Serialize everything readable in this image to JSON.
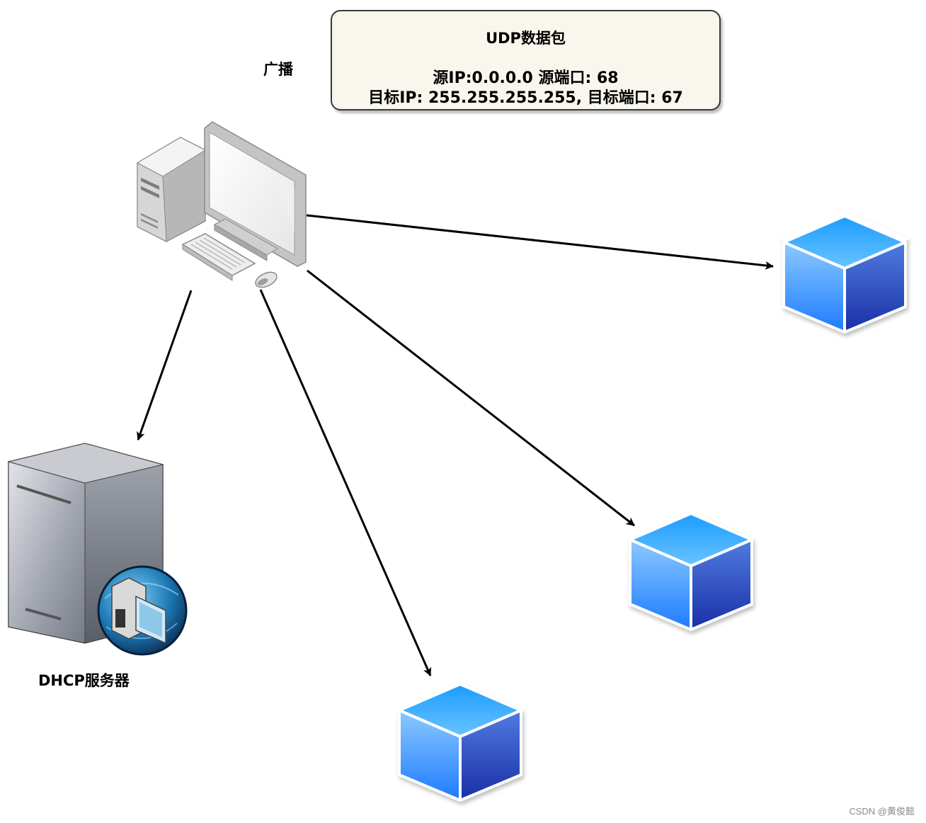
{
  "note": {
    "title": "UDP数据包",
    "line1": "源IP:0.0.0.0 源端口: 68",
    "line2": "目标IP: 255.255.255.255, 目标端口: 67"
  },
  "labels": {
    "broadcast": "广播",
    "dhcp_server": "DHCP服务器"
  },
  "watermark": "CSDN @黄俊懿",
  "icons": [
    "desktop-computer-icon",
    "dhcp-server-icon",
    "host-cube-icon"
  ],
  "colors": {
    "note_bg": "#f9f7ed",
    "note_border": "#36393d",
    "cube_top": "#1aa0ff",
    "cube_front": "#2a8cff",
    "cube_side": "#1c3db4",
    "arrow": "#000000"
  }
}
